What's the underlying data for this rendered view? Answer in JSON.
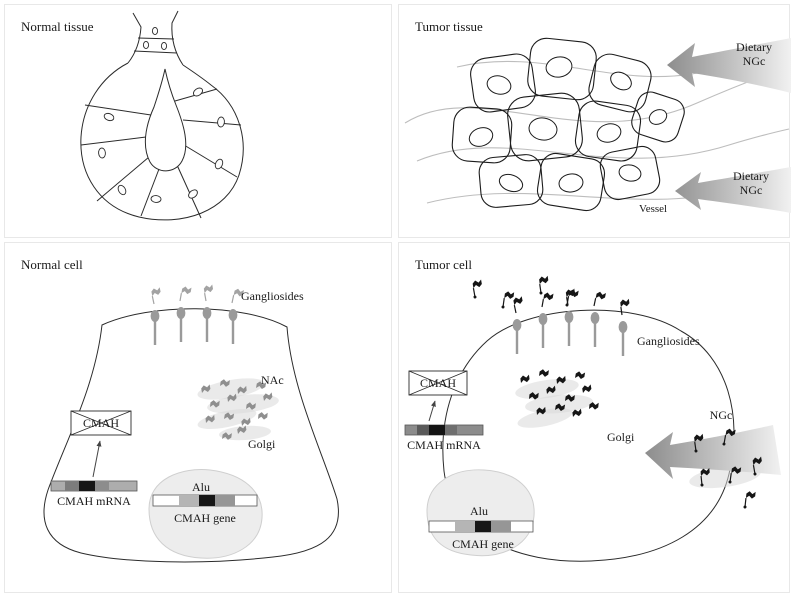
{
  "figure": {
    "panels": {
      "normal_tissue": {
        "title": "Normal tissue"
      },
      "tumor_tissue": {
        "title": "Tumor tissue",
        "dietary_arrows": [
          {
            "line1": "Dietary",
            "line2": "NGc"
          },
          {
            "line1": "Dietary",
            "line2": "NGc"
          }
        ],
        "vessel_label": "Vessel"
      },
      "normal_cell": {
        "title": "Normal cell",
        "gangliosides_label": "Gangliosides",
        "nac_label": "NAc",
        "golgi_label": "Golgi",
        "cmah_box_label": "CMAH",
        "cmah_mrna_label": "CMAH mRNA",
        "alu_label": "Alu",
        "cmah_gene_label": "CMAH gene"
      },
      "tumor_cell": {
        "title": "Tumor cell",
        "gangliosides_label": "Gangliosides",
        "golgi_label": "Golgi",
        "cmah_box_label": "CMAH",
        "cmah_mrna_label": "CMAH mRNA",
        "ngc_label": "NGc",
        "alu_label": "Alu",
        "cmah_gene_label": "CMAH gene"
      }
    },
    "colors": {
      "outline": "#2b2b2b",
      "ribbon_gray": "#8f8f8f",
      "ribbon_black": "#161616",
      "receptor_gray": "#9a9a9a",
      "flag_gray": "#a3a3a3",
      "golgi_gray": "#d8d8d8",
      "arrow_dark": "#8d8d8d",
      "arrow_light": "#f1f1f1",
      "nucleus_fill": "#ededed"
    }
  }
}
